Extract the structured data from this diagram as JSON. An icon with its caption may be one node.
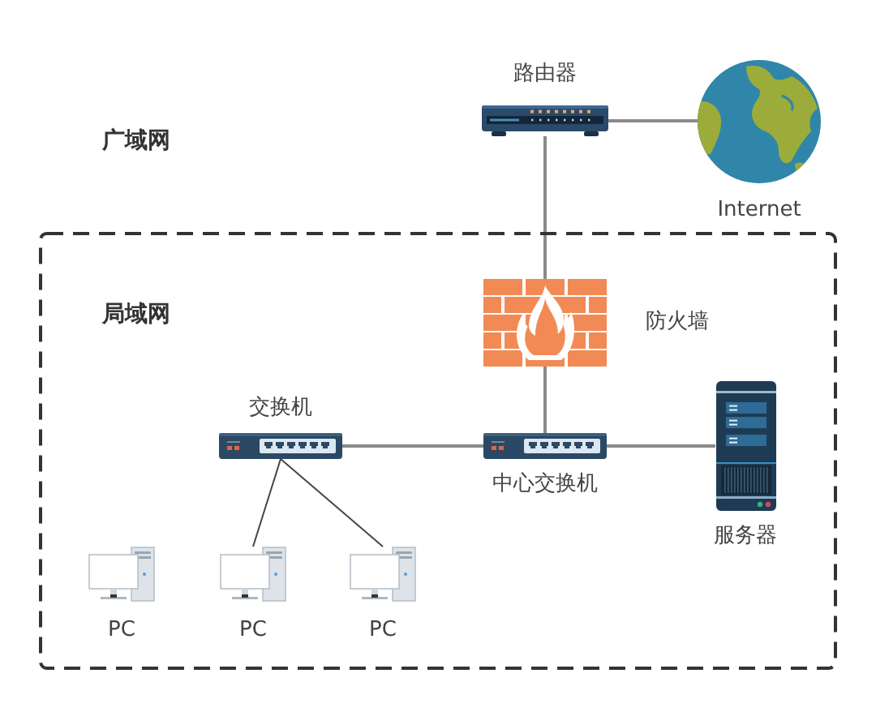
{
  "diagram": {
    "nodes": [
      {
        "text": [
          "路由器"
        ]
      },
      {
        "text": [
          "Internet"
        ]
      },
      {
        "text": [
          "局域网"
        ]
      },
      {
        "text": [
          "防火墙"
        ],
        "in": 2
      },
      {
        "text": [
          "交换机"
        ],
        "in": 2
      },
      {
        "text": [
          "中心交换机"
        ],
        "in": 2
      },
      {
        "text": [
          "服务器"
        ],
        "in": 2
      },
      {
        "text": [
          "PC"
        ],
        "in": 2
      },
      {
        "text": [
          "PC"
        ],
        "in": 2
      },
      {
        "text": [
          "PC"
        ],
        "in": 2
      }
    ],
    "edges": [
      {
        "from": 0,
        "to": 1,
        "arrow": "none"
      },
      {
        "from": 0,
        "to": 3,
        "arrow": "none"
      },
      {
        "from": 3,
        "to": 5,
        "arrow": "none"
      },
      {
        "from": 4,
        "to": 5,
        "arrow": "none"
      },
      {
        "from": 5,
        "to": 6,
        "arrow": "none"
      },
      {
        "from": 4,
        "to": 8,
        "arrow": "none",
        "color": "#444444"
      },
      {
        "from": 4,
        "to": 9,
        "arrow": "none",
        "color": "#444444"
      }
    ],
    "labels": [
      "广域网"
    ]
  }
}
